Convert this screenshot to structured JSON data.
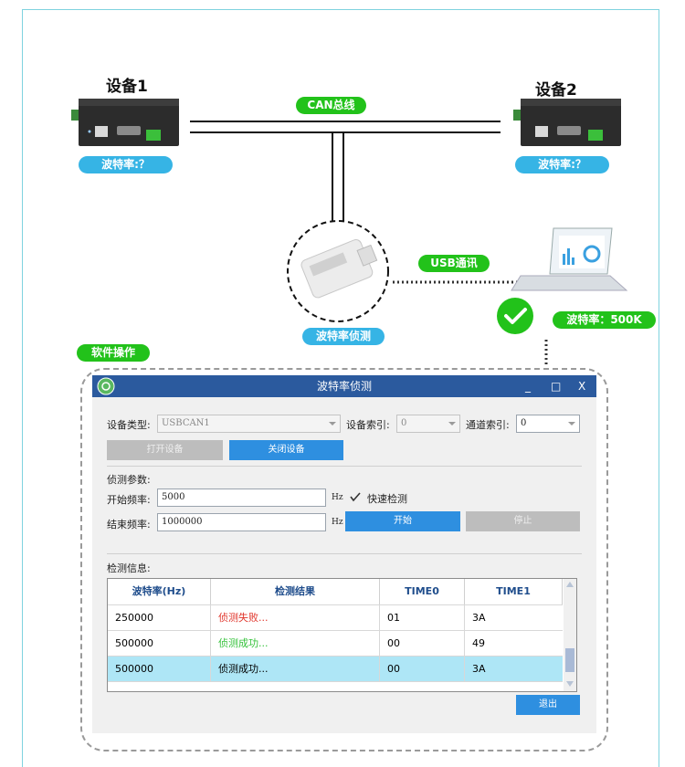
{
  "diagram": {
    "device1_title": "设备1",
    "device2_title": "设备2",
    "bus_label": "CAN总线",
    "device1_baud": "波特率:？",
    "device2_baud": "波特率:？",
    "usb_label": "USB通讯",
    "detect_label": "波特率侦测",
    "result_baud": "波特率：500K",
    "software_label": "软件操作",
    "colors": {
      "blue_pill": "#36b4e5",
      "green_pill": "#22c21a",
      "titlebar": "#2b5a9e"
    }
  },
  "dialog": {
    "title": "波特率侦测",
    "min_label": "_",
    "max_label": "□",
    "close_label": "X",
    "device_type_label": "设备类型:",
    "device_type_value": "USBCAN1",
    "device_index_label": "设备索引:",
    "device_index_value": "0",
    "channel_index_label": "通道索引:",
    "channel_index_value": "0",
    "open_device": "打开设备",
    "close_device": "关闭设备",
    "detect_params": "侦测参数:",
    "start_freq_label": "开始频率:",
    "start_freq_value": "5000",
    "end_freq_label": "结束频率:",
    "end_freq_value": "1000000",
    "unit": "Hz",
    "fast_detect": "快速检测",
    "fast_detect_checked": true,
    "start_button": "开始",
    "stop_button": "停止",
    "detect_info": "检测信息:",
    "table": {
      "headers": [
        "波特率(Hz)",
        "检测结果",
        "TIME0",
        "TIME1"
      ],
      "rows": [
        {
          "baud": "250000",
          "result": "侦测失败...",
          "t0": "01",
          "t1": "3A",
          "status": "fail"
        },
        {
          "baud": "500000",
          "result": "侦测成功...",
          "t0": "00",
          "t1": "49",
          "status": "ok"
        },
        {
          "baud": "500000",
          "result": "侦测成功...",
          "t0": "00",
          "t1": "3A",
          "status": "selected"
        }
      ]
    },
    "exit_button": "退出"
  }
}
